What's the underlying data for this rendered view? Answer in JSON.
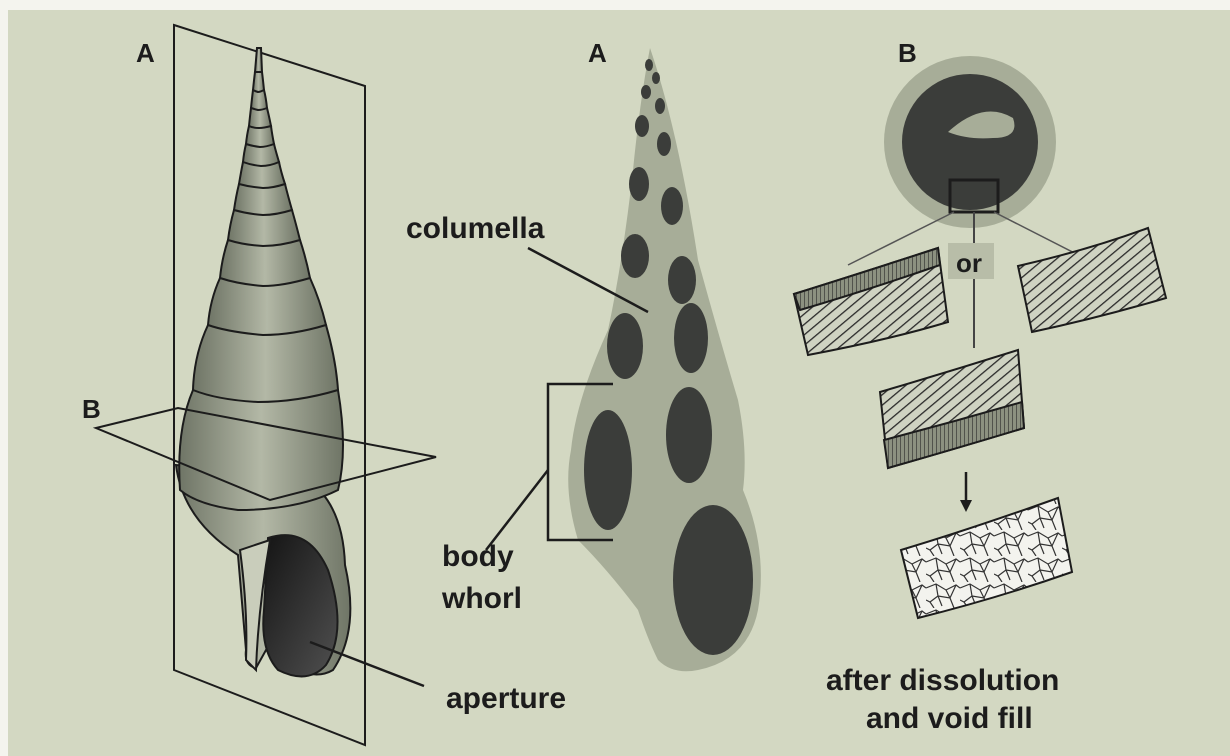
{
  "labels": {
    "plane_a_left": "A",
    "plane_b_left": "B",
    "aperture": "aperture",
    "section_a": "A",
    "columella": "columella",
    "body_whorl_line1": "body",
    "body_whorl_line2": "whorl",
    "section_b": "B",
    "or": "or",
    "after_line1": "after dissolution",
    "after_line2": "and void fill"
  },
  "colors": {
    "background": "#d3d8c2",
    "shell_light": "#a7ad98",
    "shell_dark": "#3b3d3a",
    "outline": "#1c1c1c"
  }
}
